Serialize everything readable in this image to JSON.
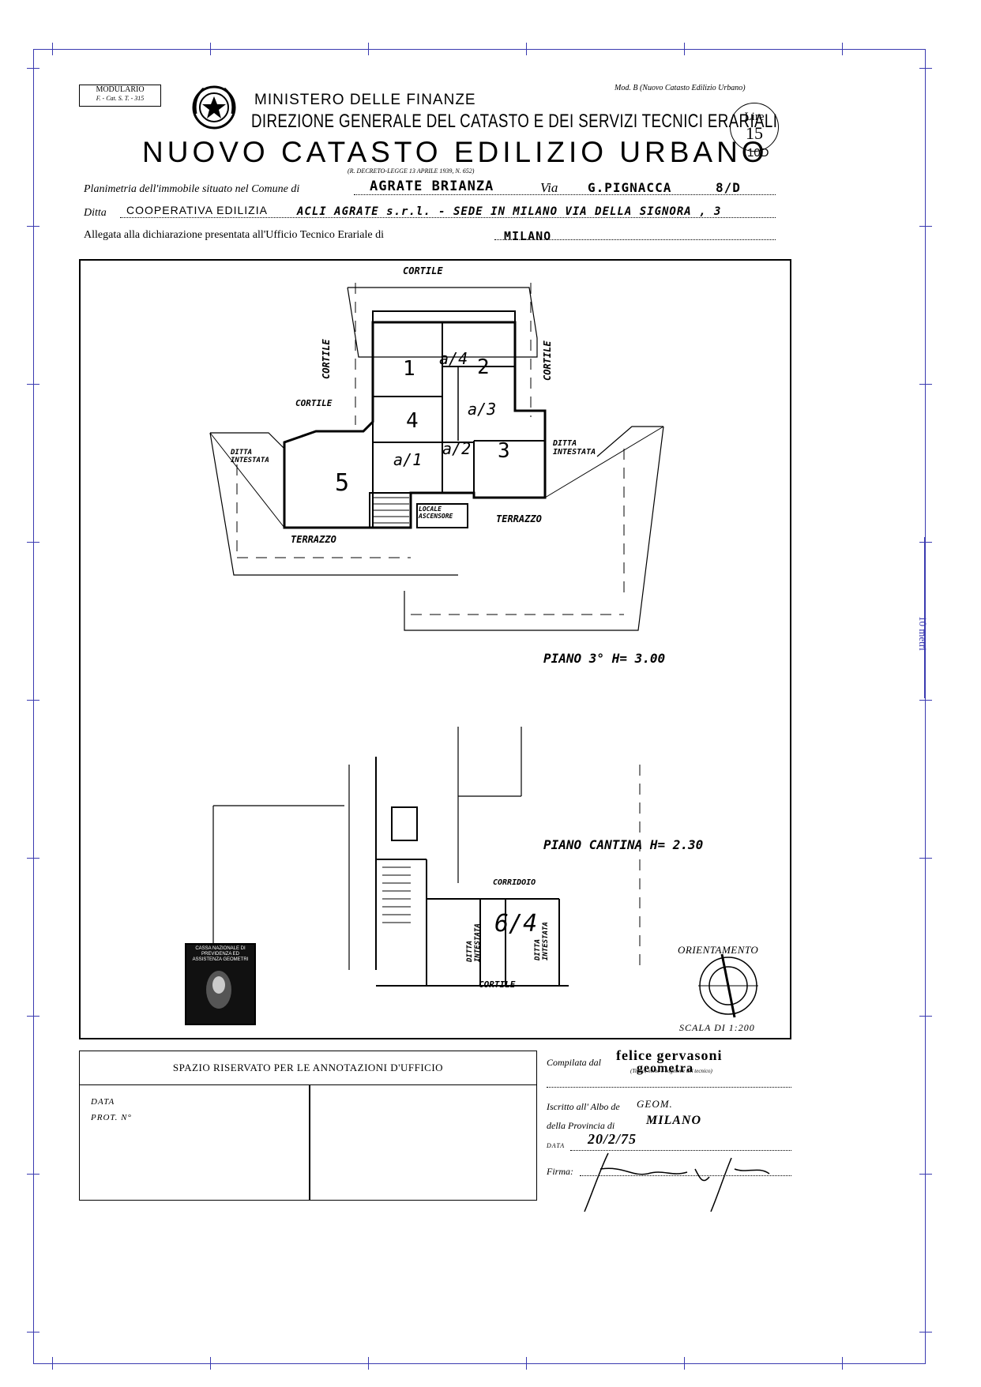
{
  "header": {
    "modulario_line1": "MODULARIO",
    "modulario_line2": "F. - Cat. S. T. - 315",
    "mod_b": "Mod. B (Nuovo Catasto Edilizio Urbano)",
    "ministero": "MINISTERO DELLE FINANZE",
    "direzione": "DIREZIONE GENERALE DEL CATASTO E DEI SERVIZI TECNICI ERARIALI",
    "title": "NUOVO CATASTO EDILIZIO URBANO",
    "decreto": "(R. DECRETO-LEGGE 13 APRILE 1939, N. 652)",
    "lire_label": "Lire",
    "lire_value": "15",
    "lire_extra": "10D"
  },
  "form": {
    "planimetria_label": "Planimetria dell'immobile situato nel Comune di",
    "comune": "AGRATE BRIANZA",
    "via_label": "Via",
    "via": "G.PIGNACCA",
    "civico": "8/D",
    "ditta_label": "Ditta",
    "ditta_1": "COOPERATIVA EDILIZIA",
    "ditta_2": "ACLI AGRATE s.r.l. - SEDE IN MILANO VIA DELLA SIGNORA , 3",
    "allegata_label": "Allegata alla dichiarazione presentata all'Ufficio Tecnico Erariale di",
    "ufficio": "MILANO"
  },
  "plan": {
    "cortile_top": "CORTILE",
    "cortile_left": "CORTILE",
    "cortile_right": "CORTILE",
    "cortile_mid": "CORTILE",
    "ditta_left": "DITTA INTESTATA",
    "ditta_right": "DITTA INTESTATA",
    "room_1": "1",
    "room_2": "2",
    "room_3": "3",
    "room_4": "4",
    "room_5": "5",
    "room_a4": "a/4",
    "room_a3": "a/3",
    "room_a1": "a/1",
    "room_a2": "a/2",
    "locale_ascensore": "LOCALE ASCENSORE",
    "terrazzo_left": "TERRAZZO",
    "terrazzo_right": "TERRAZZO",
    "piano_3": "PIANO 3° H= 3.00",
    "piano_cantina": "PIANO CANTINA H= 2.30",
    "corridoio": "CORRIDOIO",
    "cantina_room": "6/4",
    "ditta_c1": "DITTA INTESTATA",
    "ditta_c2": "DITTA INTESTATA",
    "cortile_bottom": "CORTILE",
    "orientamento": "ORIENTAMENTO",
    "scala": "SCALA DI 1:200",
    "stamp_text": "CASSA NAZIONALE DI PREVIDENZA ED ASSISTENZA GEOMETRI",
    "metri": "10 metri"
  },
  "annotations": {
    "heading": "SPAZIO RISERVATO PER LE ANNOTAZIONI D'UFFICIO",
    "data": "DATA",
    "prot": "PROT. N°"
  },
  "signature": {
    "compilata_label": "Compilata dal",
    "compilata_name": "felice gervasoni",
    "titolo_hint": "(Titolo, nome e cognome del tecnico)",
    "titolo": "geometra",
    "iscritto_label": "Iscritto all' Albo de",
    "albo": "GEOM.",
    "provincia_label": "della Provincia di",
    "provincia": "MILANO",
    "data_label": "DATA",
    "data": "20/2/75",
    "firma_label": "Firma:",
    "firma": "Gervasoni Felice"
  }
}
